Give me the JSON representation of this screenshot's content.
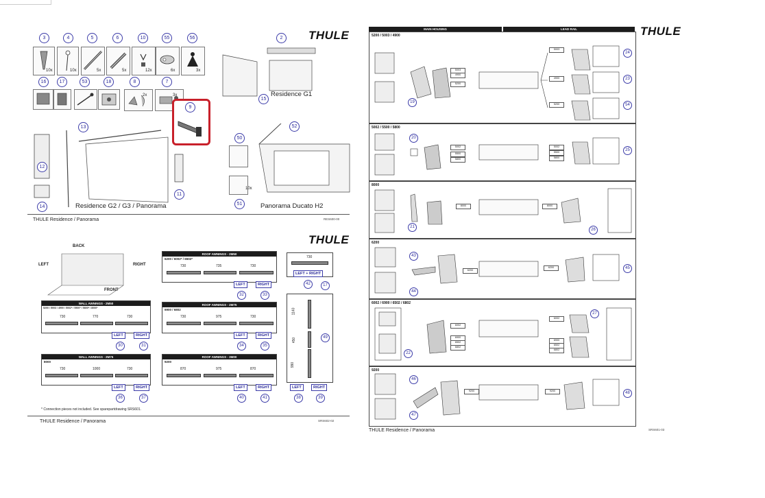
{
  "brand": "THULE",
  "page1": {
    "footer": "THULE Residence / Panorama",
    "code": "RES600-00",
    "top_parts": [
      {
        "num": "3",
        "qty": "10x"
      },
      {
        "num": "4",
        "qty": "10x"
      },
      {
        "num": "5",
        "qty": "5x"
      },
      {
        "num": "6",
        "qty": "5x"
      },
      {
        "num": "10",
        "qty": "12x"
      },
      {
        "num": "55",
        "qty": "6x"
      },
      {
        "num": "56",
        "qty": "3x"
      }
    ],
    "second_parts": [
      {
        "num": "16",
        "qty": ""
      },
      {
        "num": "17",
        "qty": ""
      },
      {
        "num": "53",
        "qty": ""
      },
      {
        "num": "18",
        "qty": ""
      },
      {
        "num": "8",
        "qty": "2x"
      },
      {
        "num": "7",
        "qty": "3x"
      }
    ],
    "highlight_part": "9",
    "callouts_misc": [
      "2",
      "15",
      "13",
      "12",
      "14",
      "11",
      "52",
      "50",
      "51"
    ],
    "qty_10x": "10x",
    "labels": {
      "g1": "Residence G1",
      "g2": "Residence G2 / G3 / Panorama",
      "ducato": "Panorama Ducato H2"
    }
  },
  "page2": {
    "footer": "THULE Residence / Panorama",
    "code": "SRS602-02",
    "orient": {
      "back": "BACK",
      "left": "LEFT",
      "right": "RIGHT",
      "front": "FRONT"
    },
    "roof_2m50": {
      "title": "ROOF AWNINGS - 2M50",
      "models": "6200 / 6002* / 6502*",
      "dims": [
        "730",
        "735",
        "730"
      ],
      "left": "LEFT",
      "right": "RIGHT",
      "left_num": "32",
      "right_num": "33"
    },
    "lr_panel": {
      "dim": "730",
      "label": "LEFT + RIGHT",
      "num": "42"
    },
    "wall_2m50": {
      "title": "WALL AWNINGS - 2M50",
      "models": "5200 / 5003 / 4900 / 5002* / 5500* / 5800* / 8000*",
      "dims": [
        "730",
        "770",
        "730"
      ],
      "left": "LEFT",
      "right": "RIGHT",
      "left_num": "30",
      "right_num": "31"
    },
    "roof_2m75": {
      "title": "ROOF AWNINGS - 2M75",
      "models": "6900 / 6802",
      "dims": [
        "730",
        "975",
        "730"
      ],
      "left": "LEFT",
      "right": "RIGHT",
      "left_num": "34",
      "right_num": "35"
    },
    "wall_2m75": {
      "title": "WALL AWNINGS - 2M75",
      "models": "8000",
      "dims": [
        "730",
        "1000",
        "730"
      ],
      "left": "LEFT",
      "right": "RIGHT",
      "left_num": "36",
      "right_num": "37"
    },
    "roof_3m00": {
      "title": "ROOF AWNINGS - 3M00",
      "models": "9200",
      "dims": [
        "870",
        "975",
        "870"
      ],
      "left": "LEFT",
      "right": "RIGHT",
      "left_num": "40",
      "right_num": "41"
    },
    "vertical": {
      "dims": [
        "1140",
        "450",
        "990"
      ],
      "top_num": "17",
      "mid_num": "49",
      "left": "LEFT",
      "right": "RIGHT",
      "left_num": "38",
      "right_num": "39"
    },
    "note": "* Connection pieces not included. See sparepartdrawing SRS601."
  },
  "page3": {
    "footer": "THULE Residence / Panorama",
    "code": "SRS601-03",
    "header_main": "MAIN HOUSING",
    "header_lead": "LEAD RAIL",
    "rows": [
      {
        "title": "5200 / 5003 / 4900",
        "left_nums": [
          "19"
        ],
        "mid_pills": [
          "5003",
          "4900",
          "5200"
        ],
        "right_pills": [
          "5003",
          "4900",
          "5200"
        ],
        "right_nums": [
          "24",
          "23",
          "54"
        ]
      },
      {
        "title": "5002 / 5500 / 5800",
        "left_nums": [
          "20"
        ],
        "mid_pills": [
          "5002",
          "5500",
          "5800"
        ],
        "right_pills": [
          "5002",
          "5500",
          "5800"
        ],
        "right_nums": [
          "25"
        ]
      },
      {
        "title": "8000",
        "left_nums": [
          "21"
        ],
        "mid_pills": [
          "8000"
        ],
        "right_pills": [
          "8000"
        ],
        "right_nums": [
          "26"
        ]
      },
      {
        "title": "6200",
        "left_nums": [
          "43",
          "44"
        ],
        "mid_pills": [
          "6200"
        ],
        "right_pills": [
          "6200"
        ],
        "right_nums": [
          "45"
        ]
      },
      {
        "title": "6002 / 6900 / 6502 / 6802",
        "left_nums": [
          "22"
        ],
        "mid_pills": [
          "6002",
          "6900",
          "6502",
          "6802"
        ],
        "right_pills": [
          "6002",
          "6900",
          "6502",
          "6802"
        ],
        "right_nums": [
          "27"
        ]
      },
      {
        "title": "9200",
        "left_nums": [
          "46",
          "47"
        ],
        "mid_pills": [
          "9200"
        ],
        "right_pills": [
          "9200"
        ],
        "right_nums": [
          "48"
        ]
      }
    ]
  }
}
